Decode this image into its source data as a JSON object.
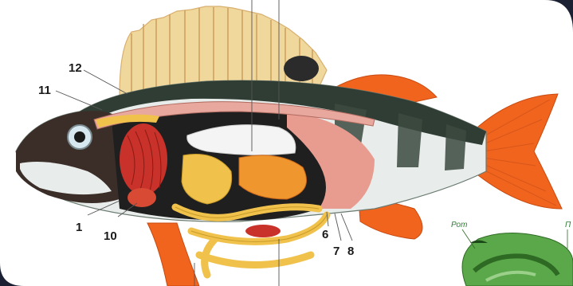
{
  "labels": {
    "n1": "1",
    "n6": "6",
    "n7": "7",
    "n8": "8",
    "n10": "10",
    "n11": "11",
    "n12": "12"
  },
  "inset": {
    "mouth_caption": "Рот",
    "cut_caption": "П"
  },
  "colors": {
    "fin_orange": "#f0641e",
    "dorsal_fin": "#f0d79c",
    "back_dark": "#2f3d34",
    "belly_light": "#e8ecea",
    "body_cavity_pink": "#e89c90",
    "intestine_yellow": "#f0c24c",
    "gill_red": "#c8322a",
    "swim_bladder": "#f4f4f4",
    "inset_green": "#5ba84a"
  }
}
